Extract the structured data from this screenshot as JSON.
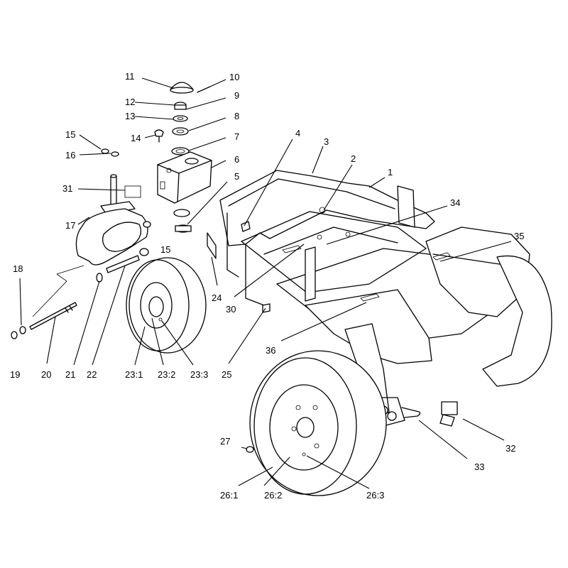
{
  "callouts": {
    "c1": "1",
    "c2": "2",
    "c3": "3",
    "c4": "4",
    "c5": "5",
    "c6": "6",
    "c7": "7",
    "c8": "8",
    "c9": "9",
    "c10": "10",
    "c11": "11",
    "c12": "12",
    "c13": "13",
    "c14": "14",
    "c15a": "15",
    "c15b": "15",
    "c16": "16",
    "c17": "17",
    "c18": "18",
    "c19": "19",
    "c20": "20",
    "c21": "21",
    "c22": "22",
    "c23_1": "23:1",
    "c23_2": "23:2",
    "c23_3": "23:3",
    "c24": "24",
    "c25": "25",
    "c26_1": "26:1",
    "c26_2": "26:2",
    "c26_3": "26:3",
    "c27": "27",
    "c30": "30",
    "c31": "31",
    "c32": "32",
    "c33": "33",
    "c34": "34",
    "c35": "35",
    "c36": "36"
  }
}
